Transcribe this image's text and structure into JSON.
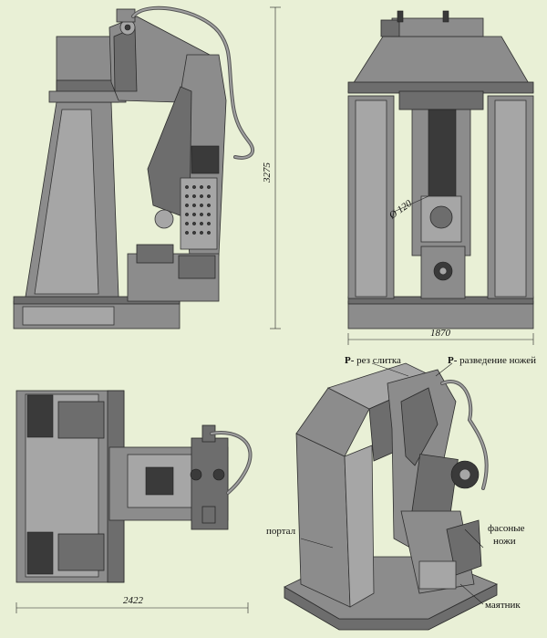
{
  "dimensions": {
    "height": "3275",
    "width_front": "1870",
    "length_top": "2422",
    "diameter": "Ø 120"
  },
  "labels": {
    "cut_prefix": "P-",
    "cut_text": " рез слитка",
    "spread_prefix": "P-",
    "spread_text": " разведение ножей",
    "portal": "портал",
    "knives_line1": "фасоные",
    "knives_line2": "ножи",
    "pendulum": "маятник"
  },
  "colors": {
    "background": "#e9f0d6",
    "metal": "#8c8c8c",
    "metal_dark": "#6d6d6d",
    "metal_light": "#a6a6a6"
  }
}
